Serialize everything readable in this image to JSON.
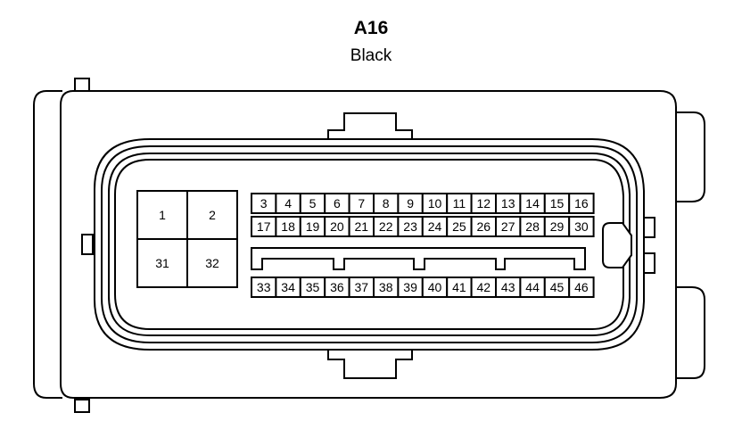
{
  "connector": {
    "code": "A16",
    "color": "Black"
  },
  "large_terminals": {
    "row_top": [
      "1",
      "2"
    ],
    "row_bottom": [
      "31",
      "32"
    ]
  },
  "small_terminals": {
    "row_1": [
      "3",
      "4",
      "5",
      "6",
      "7",
      "8",
      "9",
      "10",
      "11",
      "12",
      "13",
      "14",
      "15",
      "16"
    ],
    "row_2": [
      "17",
      "18",
      "19",
      "20",
      "21",
      "22",
      "23",
      "24",
      "25",
      "26",
      "27",
      "28",
      "29",
      "30"
    ],
    "row_3": [
      "33",
      "34",
      "35",
      "36",
      "37",
      "38",
      "39",
      "40",
      "41",
      "42",
      "43",
      "44",
      "45",
      "46"
    ]
  }
}
